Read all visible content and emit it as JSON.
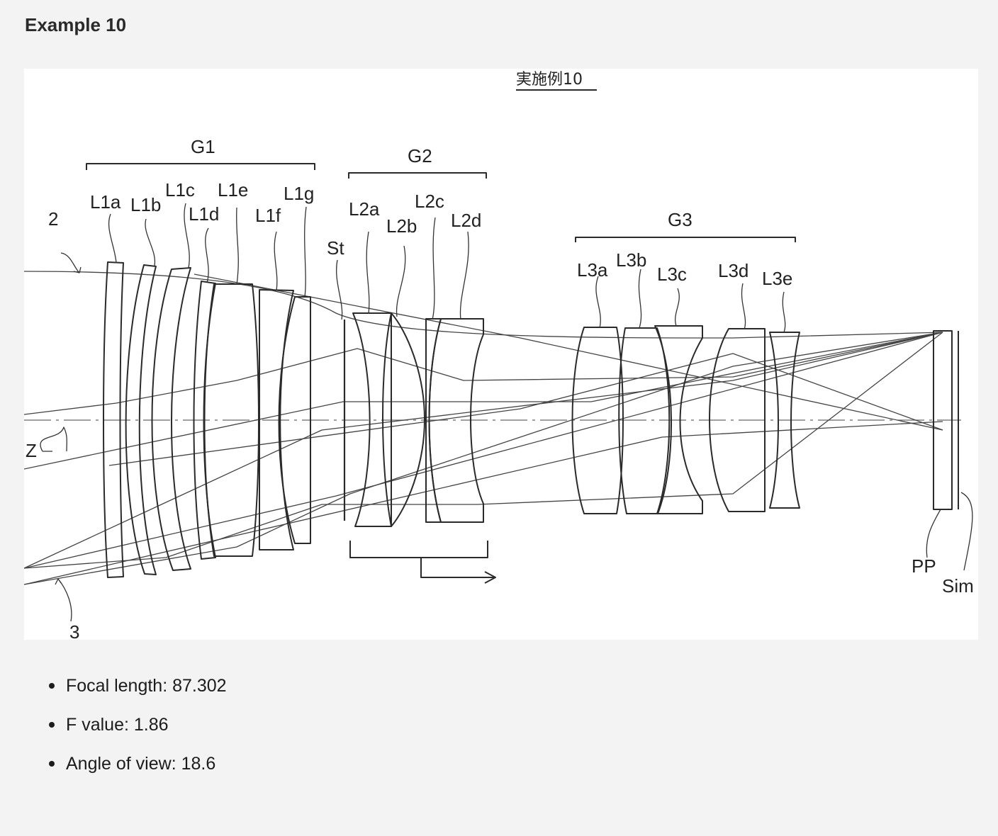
{
  "heading": "Example 10",
  "diagram": {
    "title": "実施例10",
    "groups": {
      "g1": "G1",
      "g2": "G2",
      "g3": "G3"
    },
    "lenses": {
      "l1a": "L1a",
      "l1b": "L1b",
      "l1c": "L1c",
      "l1d": "L1d",
      "l1e": "L1e",
      "l1f": "L1f",
      "l1g": "L1g",
      "l2a": "L2a",
      "l2b": "L2b",
      "l2c": "L2c",
      "l2d": "L2d",
      "l3a": "L3a",
      "l3b": "L3b",
      "l3c": "L3c",
      "l3d": "L3d",
      "l3e": "L3e"
    },
    "other_labels": {
      "stop": "St",
      "axis": "Z",
      "ray_upper": "2",
      "ray_lower": "3",
      "prism": "PP",
      "image_plane": "Sim"
    }
  },
  "specs": [
    "Focal length: 87.302",
    "F value: 1.86",
    "Angle of view: 18.6"
  ]
}
